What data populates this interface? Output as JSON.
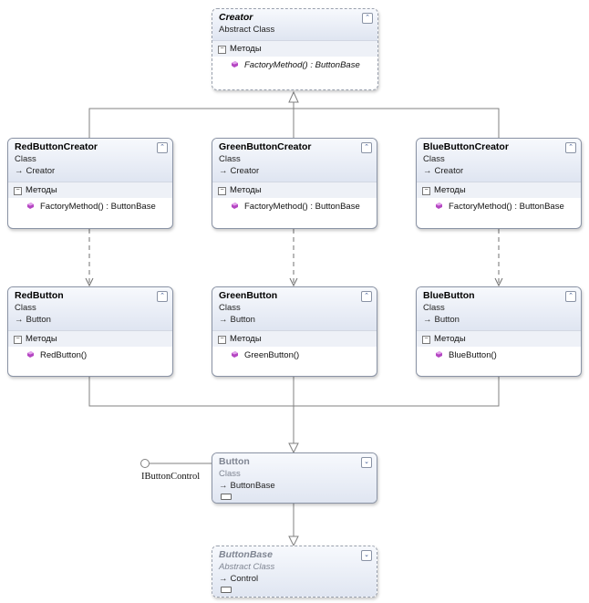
{
  "diagram": {
    "creator": {
      "name": "Creator",
      "kind": "Abstract Class",
      "section": "Методы",
      "members": [
        "FactoryMethod() : ButtonBase"
      ]
    },
    "red_creator": {
      "name": "RedButtonCreator",
      "kind": "Class",
      "base": "Creator",
      "section": "Методы",
      "members": [
        "FactoryMethod() : ButtonBase"
      ]
    },
    "green_creator": {
      "name": "GreenButtonCreator",
      "kind": "Class",
      "base": "Creator",
      "section": "Методы",
      "members": [
        "FactoryMethod() : ButtonBase"
      ]
    },
    "blue_creator": {
      "name": "BlueButtonCreator",
      "kind": "Class",
      "base": "Creator",
      "section": "Методы",
      "members": [
        "FactoryMethod() : ButtonBase"
      ]
    },
    "red_button": {
      "name": "RedButton",
      "kind": "Class",
      "base": "Button",
      "section": "Методы",
      "members": [
        "RedButton()"
      ]
    },
    "green_button": {
      "name": "GreenButton",
      "kind": "Class",
      "base": "Button",
      "section": "Методы",
      "members": [
        "GreenButton()"
      ]
    },
    "blue_button": {
      "name": "BlueButton",
      "kind": "Class",
      "base": "Button",
      "section": "Методы",
      "members": [
        "BlueButton()"
      ]
    },
    "button": {
      "name": "Button",
      "kind": "Class",
      "base": "ButtonBase",
      "interface": "IButtonControl"
    },
    "button_base": {
      "name": "ButtonBase",
      "kind": "Abstract Class",
      "base": "Control"
    }
  },
  "icons": {
    "collapse": "double-chevron-up-icon",
    "expand": "double-chevron-down-icon",
    "method": "method-icon",
    "inherit_arrow": "inheritance-arrow-icon",
    "interface_lollipop": "interface-lollipop-icon"
  },
  "colors": {
    "header_top": "#f7f9fd",
    "header_bottom": "#dfe5f1",
    "border": "#8a93a5",
    "method_icon": "#b447c2",
    "connector": "#808080"
  }
}
